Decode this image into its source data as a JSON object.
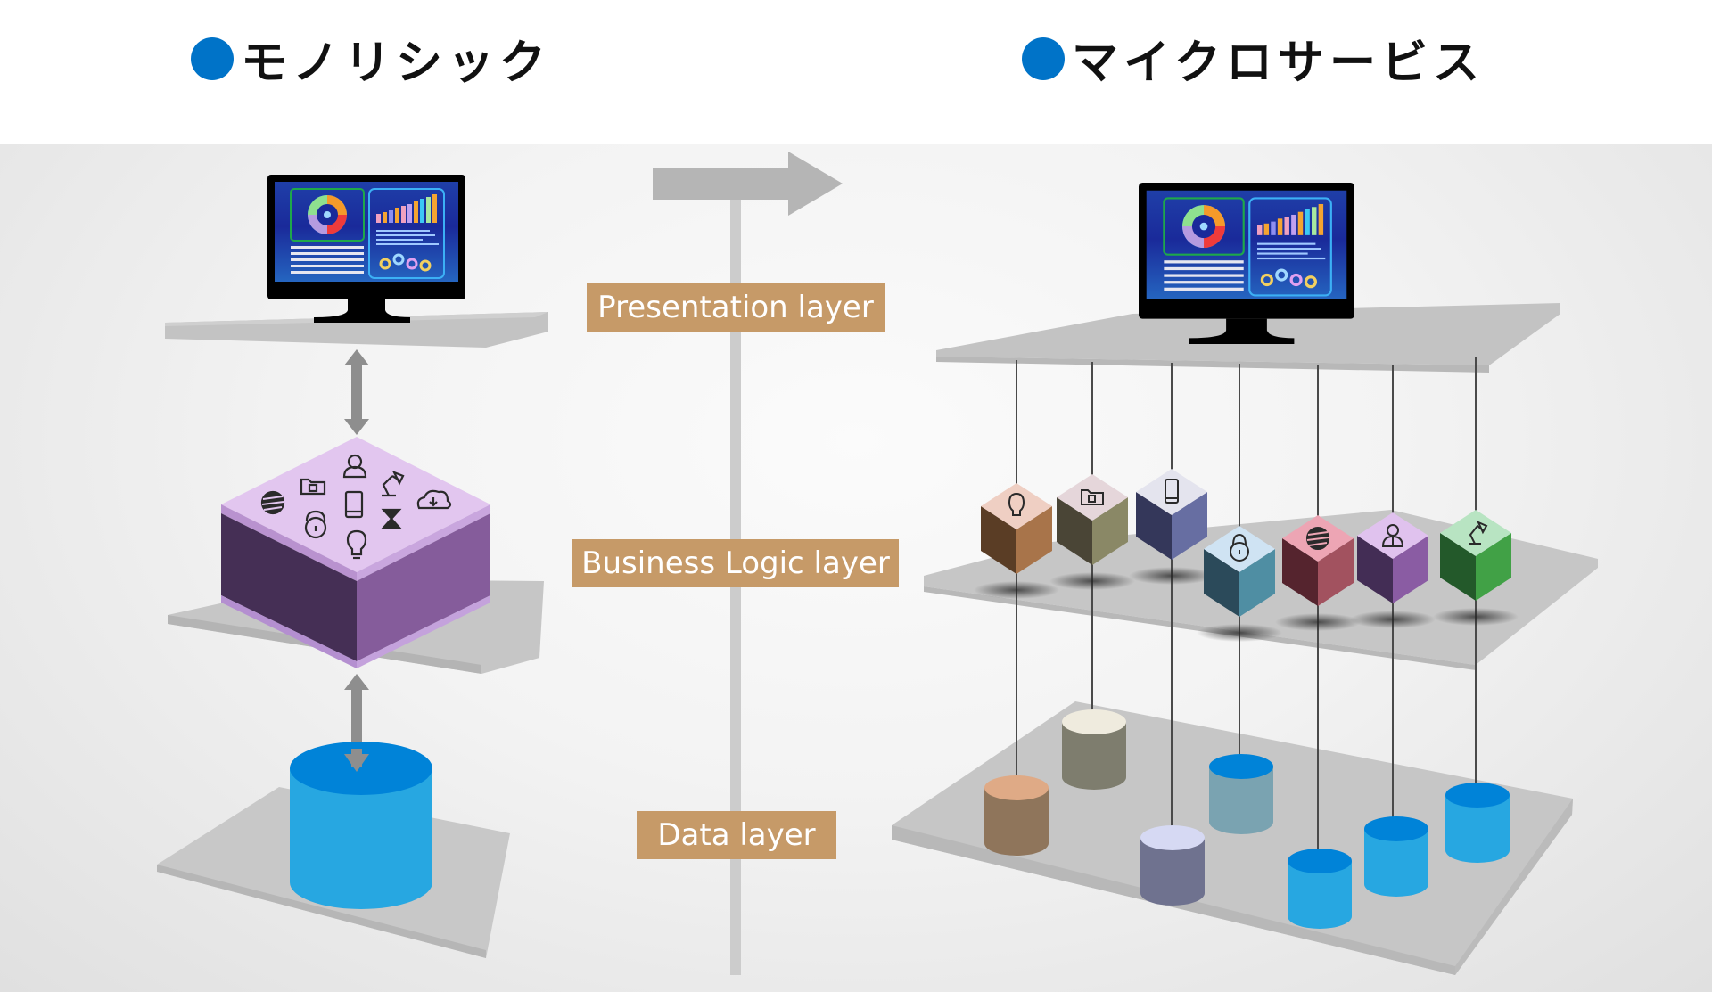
{
  "titles": {
    "monolith": "モノリシック",
    "microservices": "マイクロサービス"
  },
  "layers": {
    "presentation": "Presentation layer",
    "business_logic": "Business Logic layer",
    "data": "Data layer"
  },
  "colors": {
    "bullet": "#0073c8",
    "label_bg": "#c69a68",
    "platform": "#c8c8c8",
    "monolith_block_top": "#e2c6ef",
    "monolith_block_left": "#452f55",
    "monolith_block_right": "#855c9b",
    "db_top": "#0083d8",
    "db_side": "#27a7e1"
  },
  "monolith": {
    "block_icons": [
      "user-icon",
      "folder-icon",
      "desk-lamp-icon",
      "globe-icon",
      "phone-icon",
      "cloud-download-icon",
      "lock-icon",
      "hourglass-icon",
      "lightbulb-icon"
    ]
  },
  "microservices": {
    "services": [
      {
        "icon": "lightbulb-icon",
        "top": "#efcfc3",
        "left": "#5a3d25",
        "right": "#a8744a"
      },
      {
        "icon": "folder-icon",
        "top": "#e5d6da",
        "left": "#4a4536",
        "right": "#8a8866"
      },
      {
        "icon": "phone-icon",
        "top": "#e4e4ee",
        "left": "#34375a",
        "right": "#676ea2"
      },
      {
        "icon": "lock-icon",
        "top": "#cfe3f3",
        "left": "#2b4a5a",
        "right": "#4f8ea3"
      },
      {
        "icon": "globe-icon",
        "top": "#eda5b4",
        "left": "#55242e",
        "right": "#a2525f"
      },
      {
        "icon": "user-icon",
        "top": "#e0c2ee",
        "left": "#432d55",
        "right": "#8a5ca3"
      },
      {
        "icon": "desk-lamp-icon",
        "top": "#b8e4c2",
        "left": "#23592a",
        "right": "#41a146"
      }
    ],
    "databases": [
      {
        "top": "#dfaa86",
        "side": "#8f755b"
      },
      {
        "top": "#efebde",
        "side": "#7e7d6e"
      },
      {
        "top": "#d6d9f3",
        "side": "#6f728f"
      },
      {
        "top": "#0083d8",
        "side": "#7aa3b1"
      },
      {
        "top": "#0083d8",
        "side": "#27a7e1"
      },
      {
        "top": "#0083d8",
        "side": "#27a7e1"
      },
      {
        "top": "#0083d8",
        "side": "#27a7e1"
      }
    ]
  }
}
